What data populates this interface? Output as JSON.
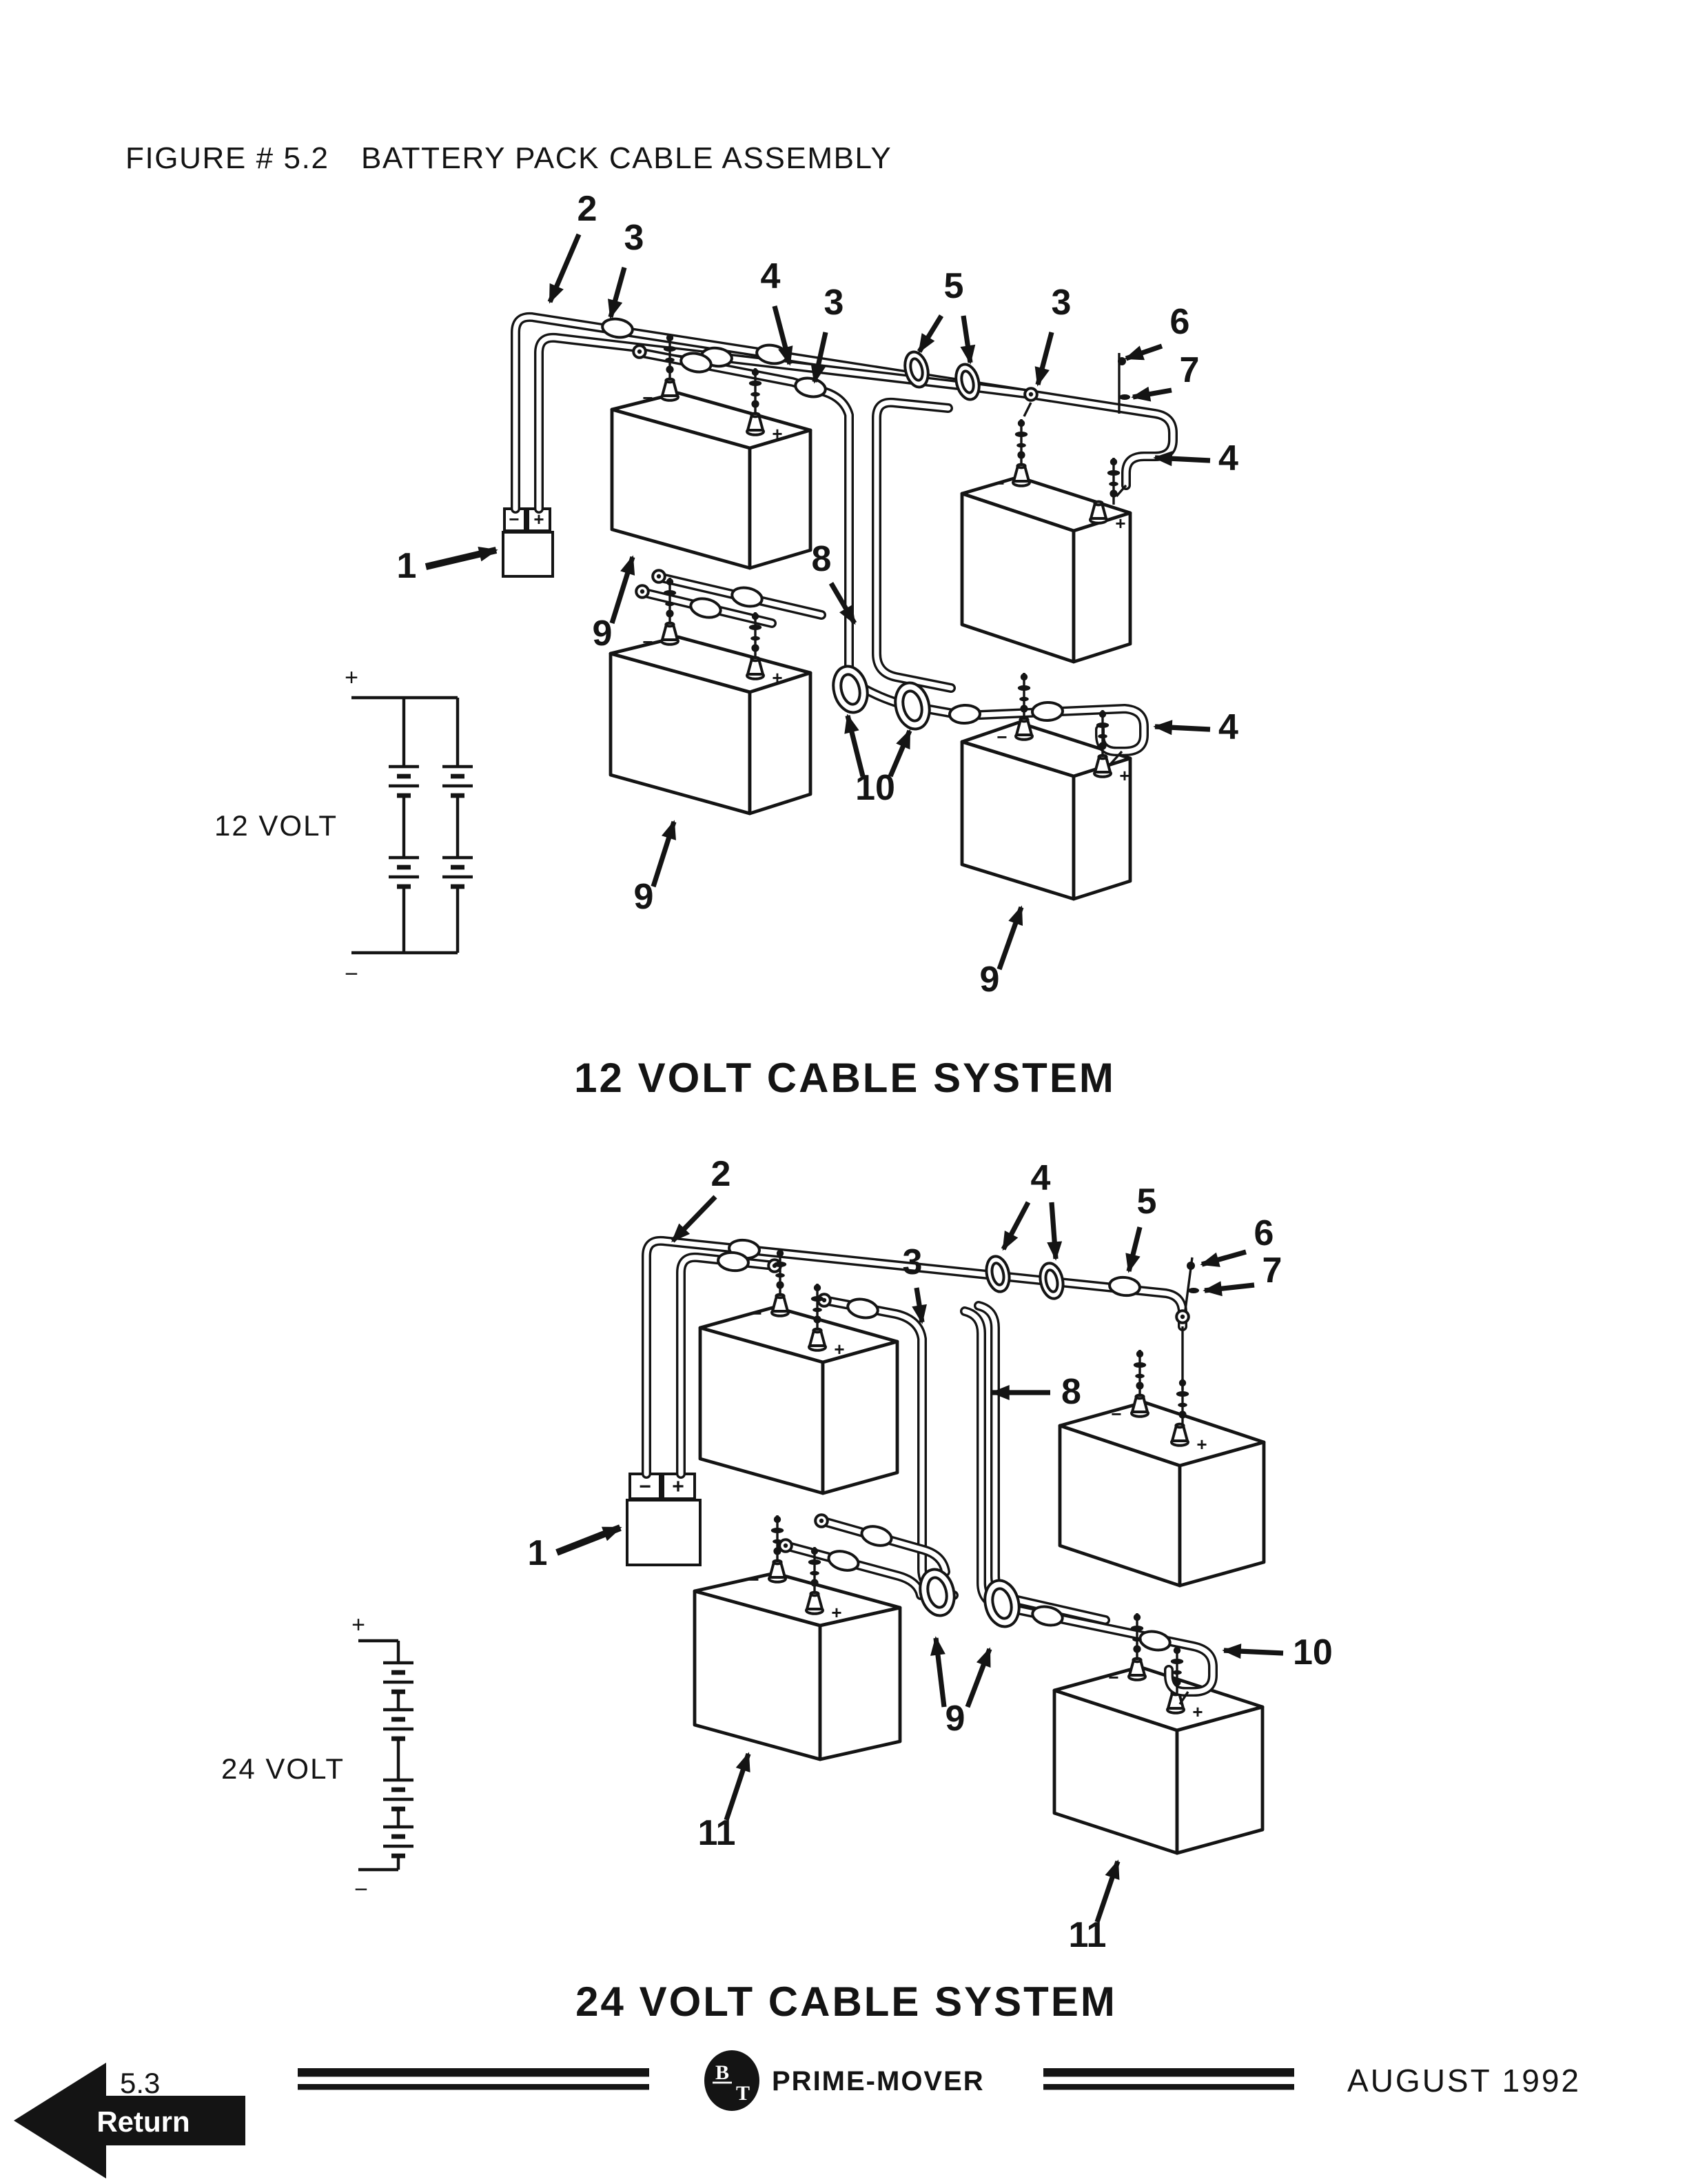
{
  "page": {
    "figure_label": "FIGURE # 5.2",
    "figure_title": "BATTERY PACK CABLE ASSEMBLY"
  },
  "symbols": {
    "plus": "+",
    "minus": "−"
  },
  "system12": {
    "caption": "12 VOLT CABLE SYSTEM",
    "schematic_label": "12 VOLT",
    "callouts": [
      "2",
      "3",
      "4",
      "3",
      "5",
      "3",
      "6",
      "7",
      "4",
      "1",
      "9",
      "8",
      "10",
      "9",
      "4",
      "9"
    ]
  },
  "system24": {
    "caption": "24 VOLT CABLE SYSTEM",
    "schematic_label": "24 VOLT",
    "callouts": [
      "2",
      "4",
      "5",
      "6",
      "7",
      "3",
      "8",
      "1",
      "9",
      "10",
      "11",
      "11"
    ]
  },
  "footer": {
    "page_number": "5.3",
    "return_label": "Return",
    "logo_b": "B",
    "logo_t": "T",
    "brand": "PRIME-MOVER",
    "date": "AUGUST 1992"
  }
}
